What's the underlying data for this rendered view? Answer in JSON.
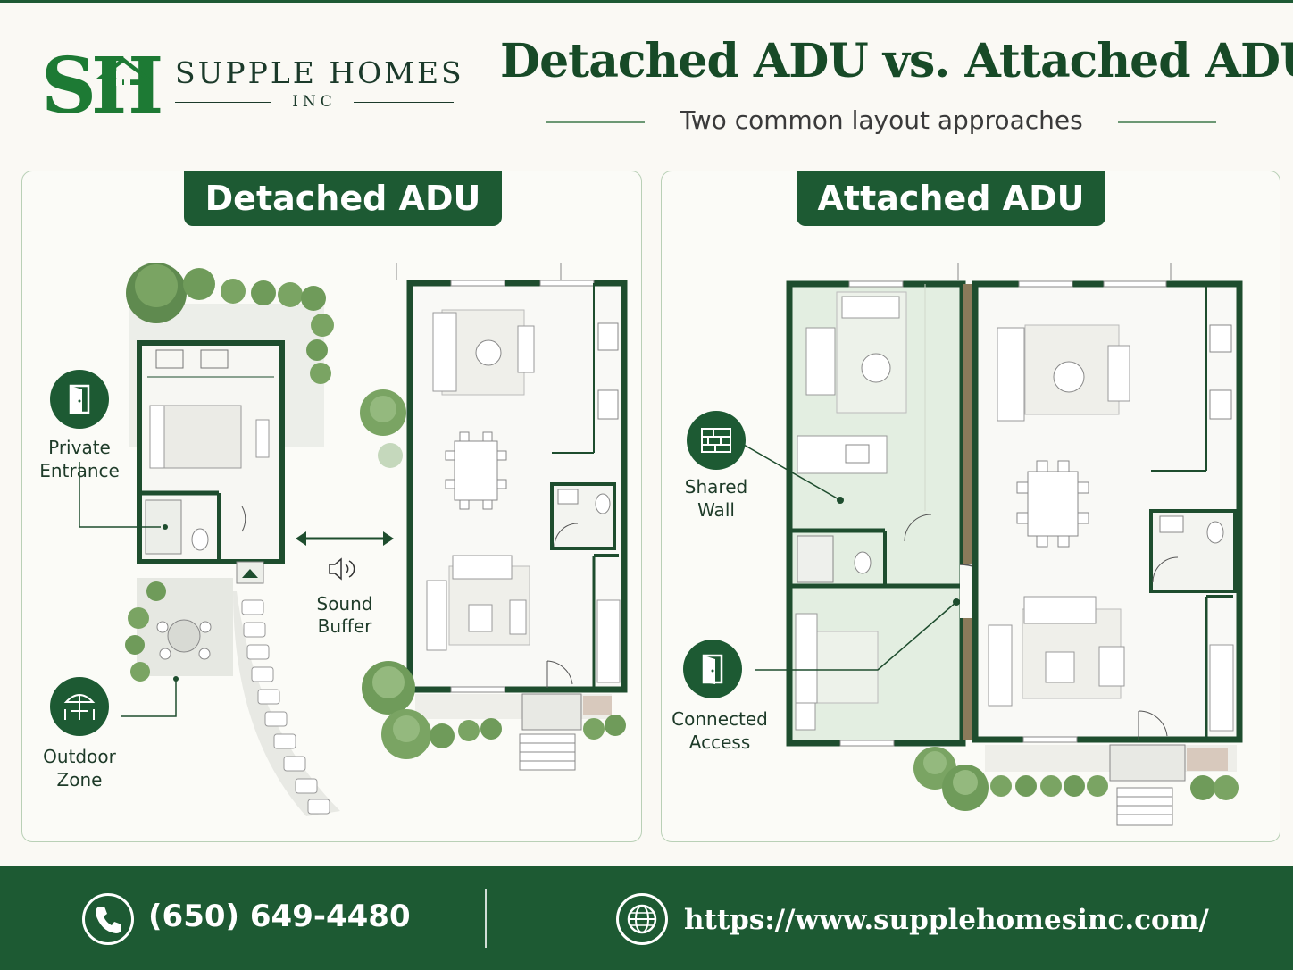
{
  "brand": {
    "mark": "SH",
    "name": "SUPPLE HOMES",
    "suffix": "INC"
  },
  "header": {
    "title": "Detached ADU vs. Attached ADU",
    "subtitle": "Two common layout approaches"
  },
  "panels": {
    "detached": {
      "title": "Detached ADU",
      "callouts": {
        "private_entrance": "Private\nEntrance",
        "sound_buffer": "Sound\nBuffer",
        "outdoor_zone": "Outdoor\nZone"
      },
      "icons": [
        "door-icon",
        "speaker-icon",
        "patio-umbrella-icon",
        "double-arrow-icon"
      ]
    },
    "attached": {
      "title": "Attached ADU",
      "callouts": {
        "shared_wall": "Shared\nWall",
        "connected_access": "Connected\nAccess"
      },
      "icons": [
        "brick-wall-icon",
        "door-icon"
      ]
    }
  },
  "footer": {
    "phone": "(650) 649-4480",
    "website": "https://www.supplehomesinc.com/",
    "icons": [
      "phone-icon",
      "globe-icon"
    ]
  },
  "colors": {
    "brand_green": "#1d5a33",
    "background": "#faf9f4",
    "adu_fill": "#e3eee1",
    "wall": "#1e4d2e"
  }
}
